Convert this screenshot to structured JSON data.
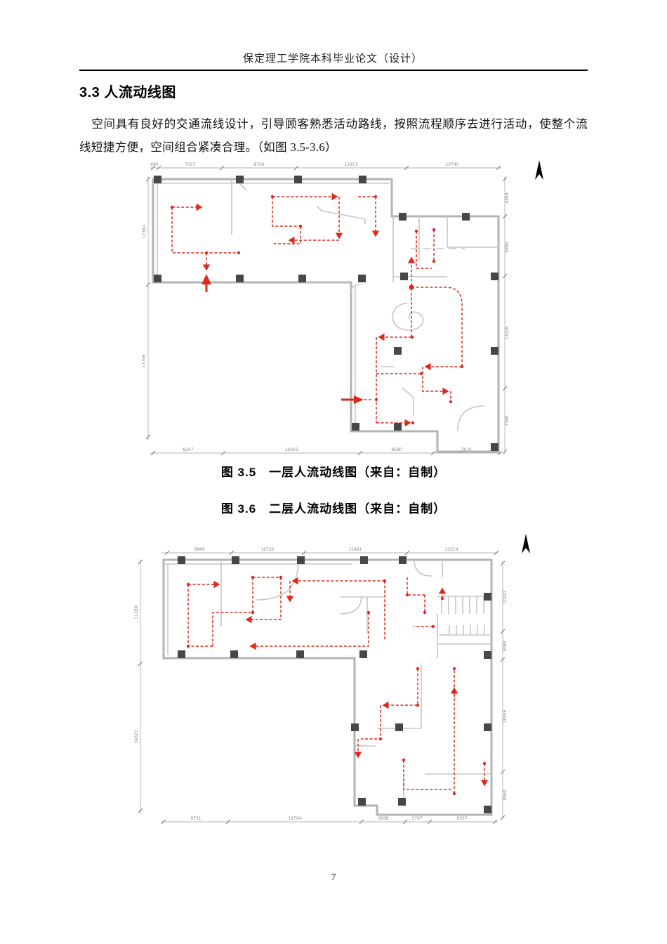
{
  "page": {
    "header_title": "保定理工学院本科毕业论文（设计）",
    "section_heading": "3.3 人流动线图",
    "paragraph": "空间具有良好的交通流线设计，引导顾客熟悉活动路线，按照流程顺序去进行活动，使整个流线短捷方便，空间组合紧凑合理。（如图 3.5-3.6）",
    "page_number": "7"
  },
  "figure1": {
    "caption": "图 3.5　一层人流动线图（来自：自制）",
    "dims_top": [
      "690",
      "7357",
      "8760",
      "12913",
      "10740"
    ],
    "dims_right": [
      "4364",
      "6990",
      "13106",
      "7380"
    ],
    "dims_left": [
      "12364",
      "17796"
    ],
    "dims_bottom": [
      "8247",
      "16023",
      "8580",
      "7810"
    ]
  },
  "figure2": {
    "caption": "图 3.6　二层人流动线图（来自：自制）",
    "dims_top": [
      "9989",
      "10722",
      "15481",
      "13314"
    ],
    "dims_right": [
      "10241",
      "4088",
      "16956",
      "9860"
    ],
    "dims_left": [
      "11289",
      "24627"
    ],
    "dims_bottom": [
      "9731",
      "19764",
      "6668",
      "3707",
      "9367"
    ]
  },
  "colors": {
    "flow_line": "#dd2a1c",
    "wall": "#b3b3b3",
    "column": "#474747",
    "dimension": "#9a9a9a"
  }
}
